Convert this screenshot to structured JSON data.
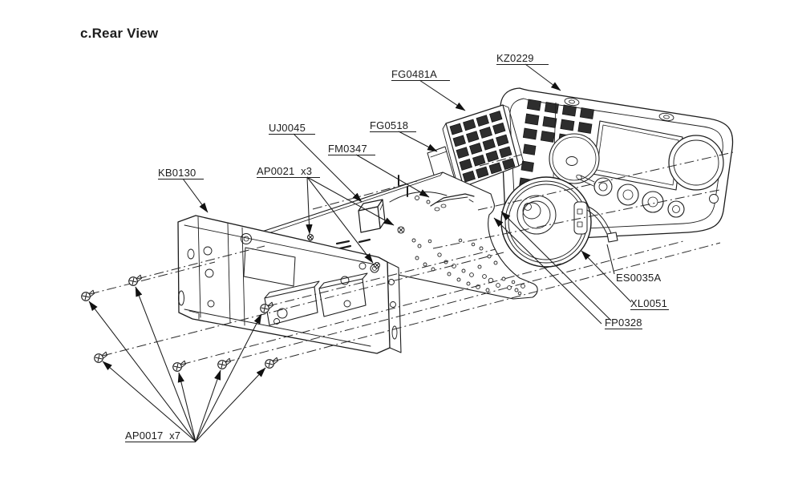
{
  "title": "c.Rear View",
  "parts": {
    "kz0229": {
      "label": "KZ0229"
    },
    "fg0481a": {
      "label": "FG0481A"
    },
    "fg0518": {
      "label": "FG0518"
    },
    "uj0045": {
      "label": "UJ0045"
    },
    "fm0347": {
      "label": "FM0347"
    },
    "ap0021": {
      "label": "AP0021  x3"
    },
    "kb0130": {
      "label": "KB0130"
    },
    "es0035a": {
      "label": "ES0035A"
    },
    "xl0051": {
      "label": "XL0051"
    },
    "fp0328": {
      "label": "FP0328"
    },
    "ap0017": {
      "label": "AP0017  x7"
    }
  },
  "line_color": "#1c1c1c",
  "background": "#ffffff"
}
